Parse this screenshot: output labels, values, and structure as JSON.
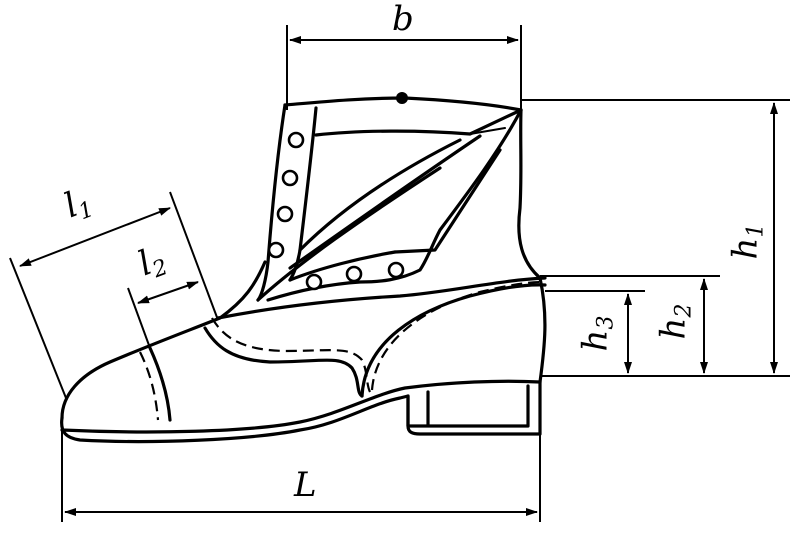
{
  "labels": {
    "b": "b",
    "l1": "l",
    "l1_sub": "1",
    "l2": "l",
    "l2_sub": "2",
    "L": "L",
    "h1": "h",
    "h1_sub": "1",
    "h2": "h",
    "h2_sub": "2",
    "h3": "h",
    "h3_sub": "3"
  },
  "colors": {
    "line": "#000000",
    "background": "#ffffff"
  }
}
